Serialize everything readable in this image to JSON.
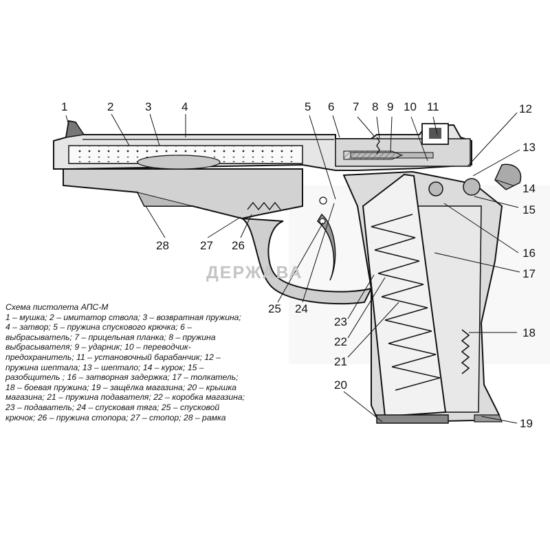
{
  "diagram": {
    "caption_title": "Схема пистолета АПС-М",
    "caption_text": "1 – мушка; 2 – имитатор ствола; 3 – возвратная пружина; 4 – затвор; 5 – пружина спускового крючка; 6 – выбрасыватель; 7 – прицельная планка; 8 – пружина выбрасывателя; 9 – ударник; 10 – переводчик-предохранитель; 11 – установочный барабанчик; 12 – пружина шептала; 13 – шептало; 14 – курок; 15 – разобщитель ; 16 – затворная задержка; 17 – толкатель; 18 – боевая пружина; 19 – защёлка магазина; 20 – крышка магазина; 21 – пружина подавателя; 22 – коробка магазина; 23 – подаватель; 24 – спусковая тяга; 25 – спусковой крючок; 26 – пружина стопора; 27 – стопор; 28 – рамка",
    "watermark": "ДЕРЖАВА",
    "callouts": [
      {
        "label": "1"
      },
      {
        "label": "2"
      },
      {
        "label": "3"
      },
      {
        "label": "4"
      },
      {
        "label": "5"
      },
      {
        "label": "6"
      },
      {
        "label": "7"
      },
      {
        "label": "8"
      },
      {
        "label": "9"
      },
      {
        "label": "10"
      },
      {
        "label": "11"
      },
      {
        "label": "12"
      },
      {
        "label": "13"
      },
      {
        "label": "14"
      },
      {
        "label": "15"
      },
      {
        "label": "16"
      },
      {
        "label": "17"
      },
      {
        "label": "18"
      },
      {
        "label": "19"
      },
      {
        "label": "20"
      },
      {
        "label": "21"
      },
      {
        "label": "22"
      },
      {
        "label": "23"
      },
      {
        "label": "24"
      },
      {
        "label": "25"
      },
      {
        "label": "26"
      },
      {
        "label": "27"
      },
      {
        "label": "28"
      }
    ]
  }
}
